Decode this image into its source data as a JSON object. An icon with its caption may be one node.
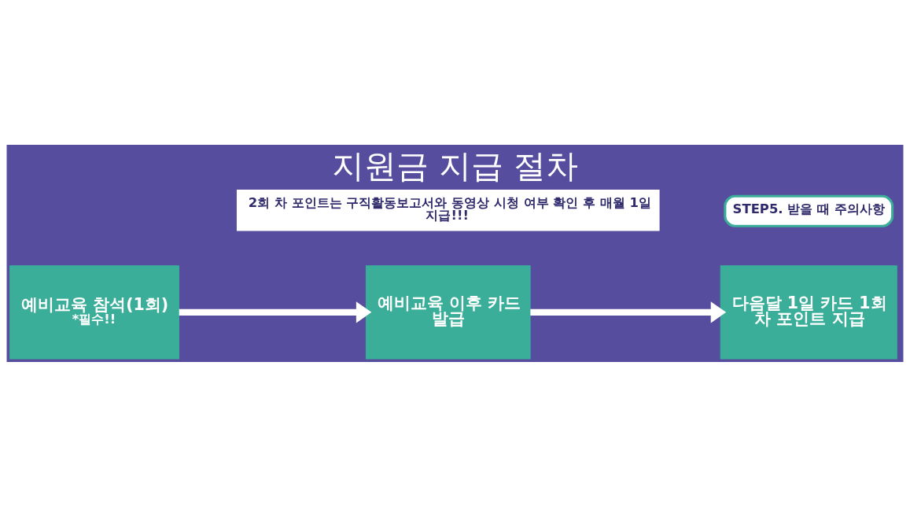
{
  "diagram": {
    "title": "지원금 지급 절차",
    "nodes": [
      {
        "text": [
          "예비교육 참석(1회)",
          "*필수!!"
        ]
      },
      {
        "text": [
          "예비교육 이후 카드 발급"
        ]
      },
      {
        "text": [
          "다음달 1일 카드 1회 차 포인트 지급"
        ]
      },
      {
        "text": [
          "2회 차 포인트는 구직활동보고서와 동영상 시청 여부 확인 후 매월 1일 지급!!!"
        ]
      }
    ],
    "edges": [
      {
        "from": 0,
        "to": 1,
        "arrow": "to"
      },
      {
        "from": 1,
        "to": 2,
        "arrow": "to"
      }
    ],
    "labels": [
      "STEP5. 받을 때 주의사항"
    ]
  }
}
